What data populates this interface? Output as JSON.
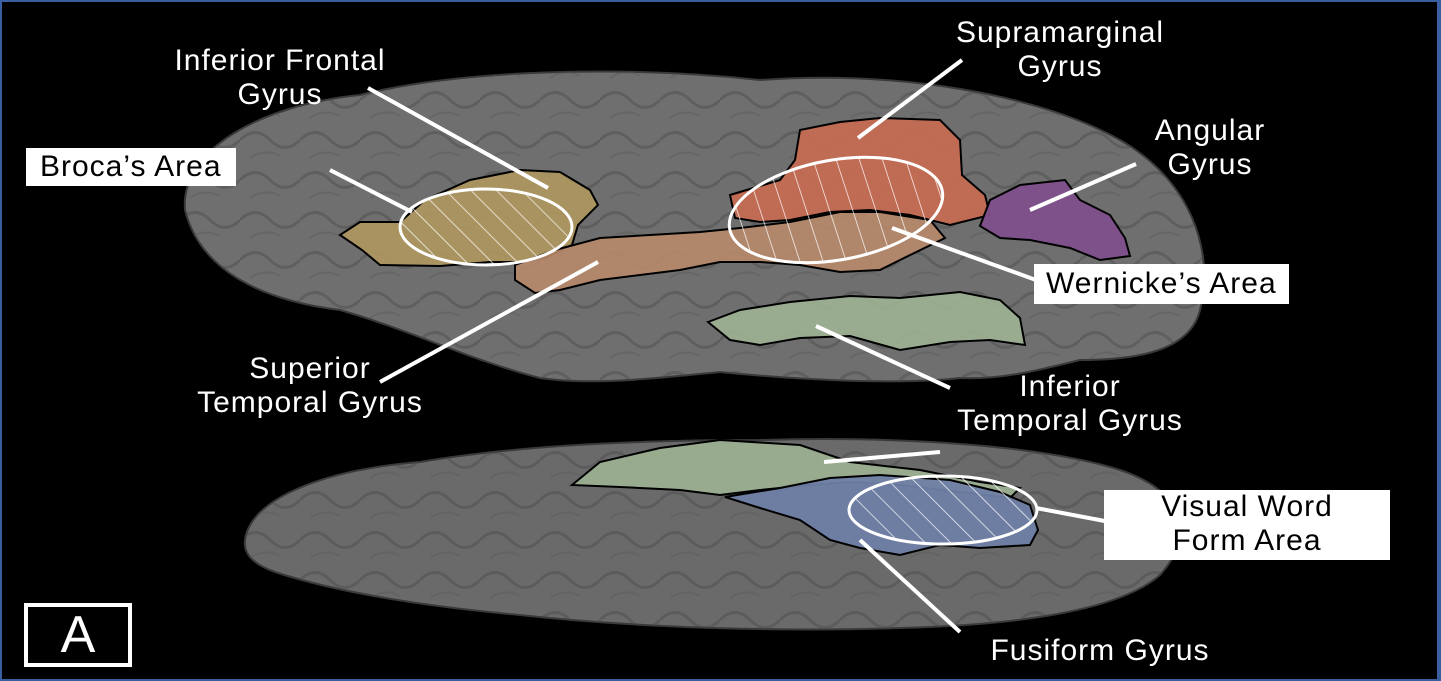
{
  "labels": {
    "inferior_frontal": [
      "Inferior Frontal",
      "Gyrus"
    ],
    "supramarginal": [
      "Supramarginal",
      "Gyrus"
    ],
    "angular": [
      "Angular",
      "Gyrus"
    ],
    "broca": "Broca’s Area",
    "wernicke": "Wernicke’s Area",
    "superior_temporal": [
      "Superior",
      "Temporal Gyrus"
    ],
    "inferior_temporal": [
      "Inferior",
      "Temporal Gyrus"
    ],
    "vwfa": [
      "Visual Word",
      "Form Area"
    ],
    "fusiform": "Fusiform Gyrus",
    "panel": "A"
  },
  "colors": {
    "background": "#000000",
    "brain": "#6f6f6f",
    "inferior_frontal": "#b49a5e",
    "supramarginal": "#c46a52",
    "angular": "#7e4f8c",
    "superior_temporal": "#b88a6a",
    "inferior_temporal": "#9fb394",
    "fusiform": "#6f7fa6",
    "border": "#3a5fa0"
  }
}
